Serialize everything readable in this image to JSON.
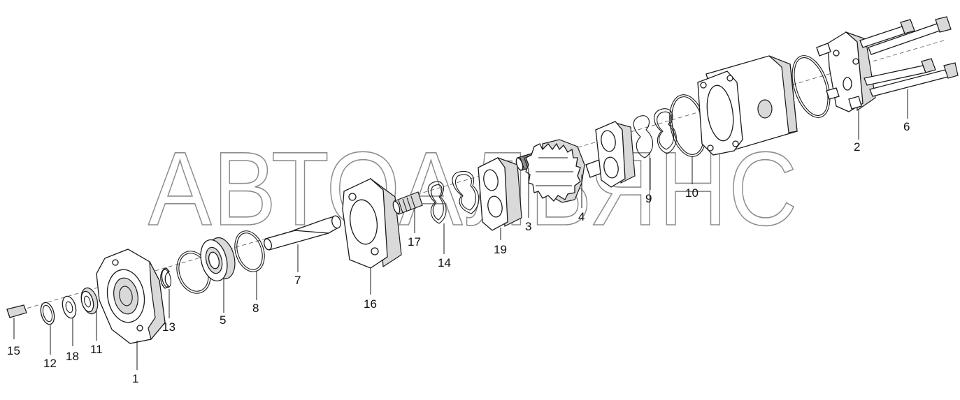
{
  "watermark": "АВТОАЛЬЯНС",
  "callouts": [
    "1",
    "2",
    "3",
    "4",
    "5",
    "6",
    "7",
    "8",
    "9",
    "10",
    "11",
    "12",
    "13",
    "14",
    "15",
    "16",
    "17",
    "18",
    "19"
  ],
  "colors": {
    "line": "#1a1a1a",
    "watermark": "#8c8c8c",
    "shade": "#d9d9d9"
  }
}
